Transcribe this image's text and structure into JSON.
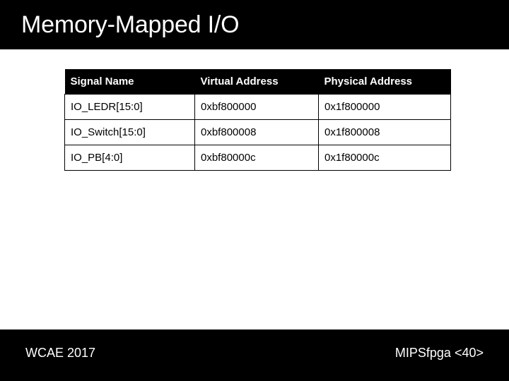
{
  "slide": {
    "title": "Memory-Mapped I/O",
    "title_bar_color": "#000000",
    "title_text_color": "#ffffff",
    "background_color": "#ffffff"
  },
  "table": {
    "headers": [
      "Signal Name",
      "Virtual Address",
      "Physical Address"
    ],
    "rows": [
      {
        "signal_name": "IO_LEDR[15:0]",
        "virtual_address": "0xbf800000",
        "physical_address": "0x1f800000"
      },
      {
        "signal_name": "IO_Switch[15:0]",
        "virtual_address": "0xbf800008",
        "physical_address": "0x1f800008"
      },
      {
        "signal_name": "IO_PB[4:0]",
        "virtual_address": "0xbf80000c",
        "physical_address": "0x1f80000c"
      }
    ],
    "header_background_color": "#000000",
    "header_text_color": "#ffffff",
    "cell_background_color": "#ffffff",
    "cell_text_color": "#000000",
    "border_color": "#000000"
  },
  "footer": {
    "left_label": "WCAE 2017",
    "right_label": "MIPSfpga <40>",
    "bar_color": "#000000",
    "text_color": "#ffffff"
  }
}
